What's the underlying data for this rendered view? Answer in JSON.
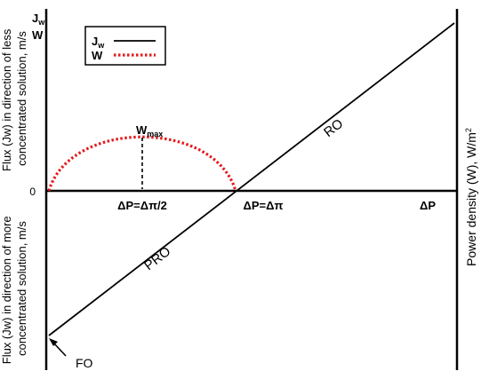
{
  "axes": {
    "left_top_label": "Flux (Jw) in direction of less concentrated solution, m/s",
    "left_bottom_label": "Flux (Jw) in direction of more concentrated solution, m/s",
    "right_label": "Power density (W), W/m²",
    "y_top_jw": "J",
    "y_top_jw_sub": "w",
    "y_top_w": "W",
    "origin": "0",
    "x_axis_end": "ΔP"
  },
  "legend": {
    "jw_label": "J",
    "jw_sub": "w",
    "w_label": "W"
  },
  "annotations": {
    "wmax": "W",
    "wmax_sub": "max",
    "dp_half": "ΔP=Δπ/2",
    "dp_equal": "ΔP=Δπ",
    "ro": "RO",
    "pro": "PRO",
    "fo": "FO"
  },
  "colors": {
    "flux_line": "#000000",
    "power_curve": "#e31a1c"
  }
}
